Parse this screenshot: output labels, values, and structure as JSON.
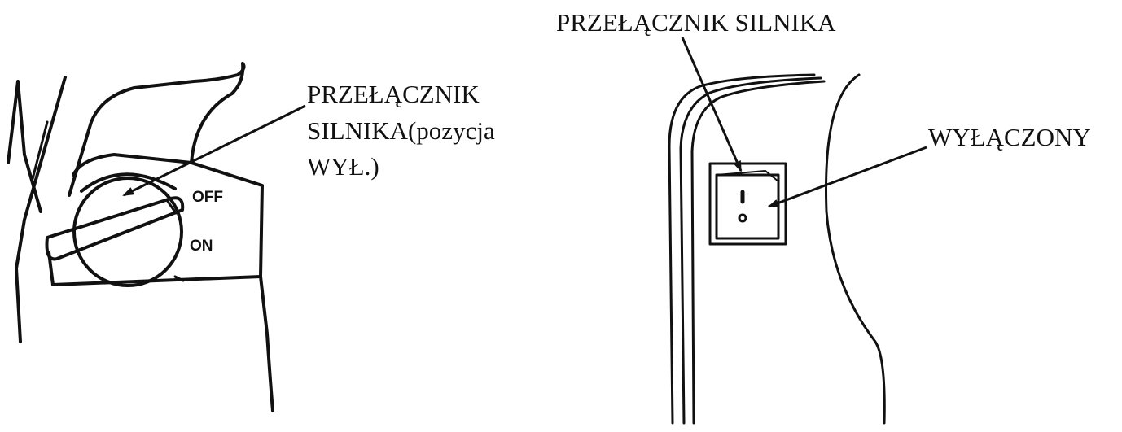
{
  "left_figure": {
    "callout_line1": "PRZEŁĄCZNIK",
    "callout_line2": "SILNIKA(pozycja",
    "callout_line3": "WYŁ.)",
    "mark_off": "OFF",
    "mark_on": "ON"
  },
  "right_figure": {
    "callout_top": "PRZEŁĄCZNIK SILNIKA",
    "callout_side": "WYŁĄCZONY"
  },
  "colors": {
    "ink": "#111111",
    "background": "#ffffff"
  }
}
